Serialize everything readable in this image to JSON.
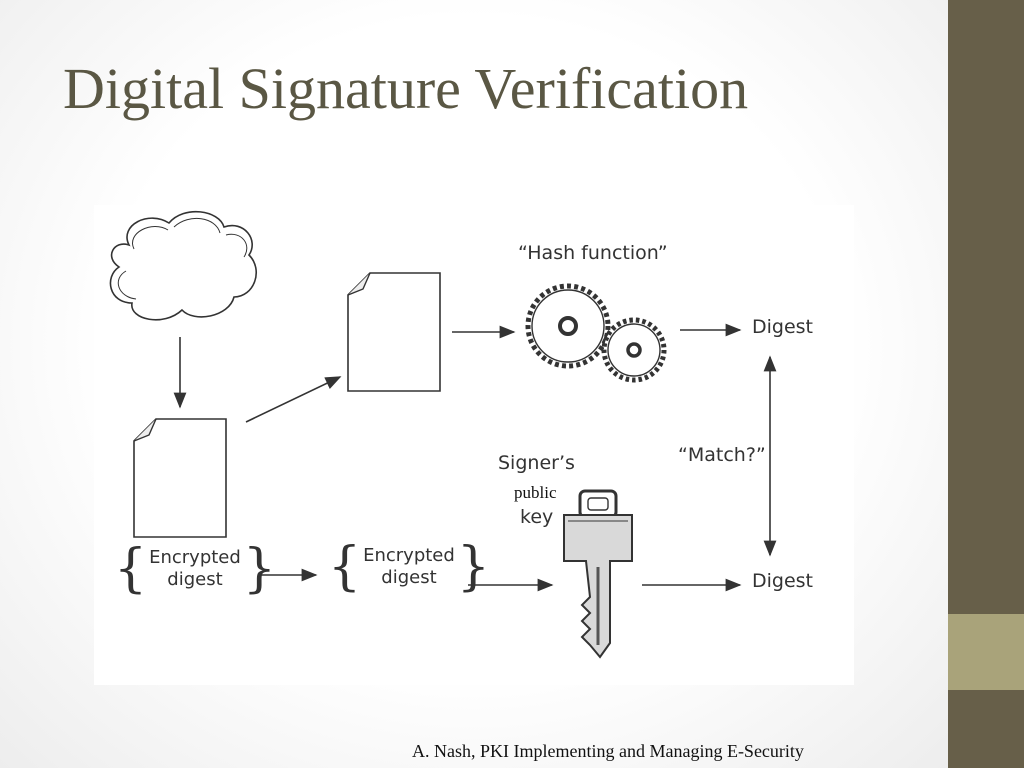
{
  "title": "Digital Signature Verification",
  "diagram": {
    "hash_function_label": "“Hash function”",
    "digest_top": "Digest",
    "digest_bottom": "Digest",
    "match_label": "“Match?”",
    "signer_label": "Signer’s",
    "public_label": "public",
    "key_label": "key",
    "encrypted_digest_left": {
      "line1": "Encrypted",
      "line2": "digest"
    },
    "encrypted_digest_mid": {
      "line1": "Encrypted",
      "line2": "digest"
    }
  },
  "citation": "A. Nash, PKI Implementing and Managing E-Security"
}
